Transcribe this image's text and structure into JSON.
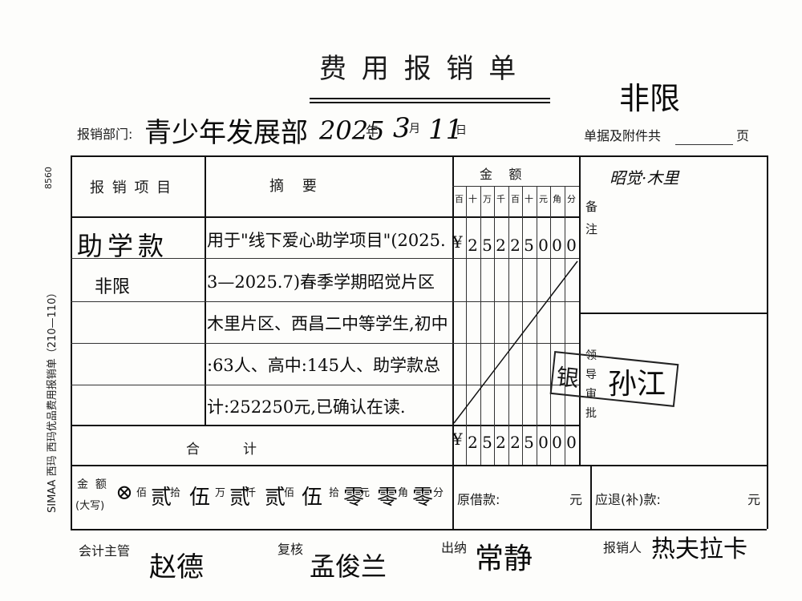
{
  "title": "费 用 报 销 单",
  "top_note": "非限",
  "header": {
    "dept_label": "报销部门:",
    "dept_value": "青少年发展部",
    "year": "2025",
    "year_unit": "年",
    "month": "3",
    "month_unit": "月",
    "day": "11",
    "day_unit": "日",
    "attach_label": "单据及附件共",
    "attach_unit": "页"
  },
  "side_text": {
    "left": "SIMAA 西玛  西玛优品费用报销单（210—110）",
    "number": "8560"
  },
  "table": {
    "col_item": "报 销 项 目",
    "col_summary": "摘    要",
    "col_amount": "金    额",
    "units": [
      "百",
      "十",
      "万",
      "千",
      "百",
      "十",
      "元",
      "角",
      "分"
    ],
    "remark_label": "备注",
    "remark_value": "昭觉·木里",
    "approval_label": "领导审批",
    "bank_stamp": "银",
    "item_value": "助学款",
    "item_note": "非限",
    "summary_lines": [
      "用于\"线下爱心助学项目\"(2025.",
      "3—2025.7)春季学期昭觉片区",
      "木里片区、西昌二中等学生,初中",
      ":63人、高中:145人、助学款总",
      "计:252250元,已确认在读."
    ],
    "currency": "¥",
    "row_digits": [
      "2",
      "5",
      "2",
      "2",
      "5",
      "0",
      "0",
      "0"
    ],
    "total_label": "合          计",
    "total_digits": [
      "2",
      "5",
      "2",
      "2",
      "5",
      "0",
      "0",
      "0"
    ]
  },
  "capital": {
    "label": "金  额",
    "label_sub": "(大写)",
    "prefix": "⊗",
    "units": [
      "佰",
      "拾",
      "万",
      "仟",
      "佰",
      "拾",
      "元",
      "角",
      "分"
    ],
    "chars": [
      "贰",
      "伍",
      "贰",
      "贰",
      "伍",
      "零",
      "零",
      "零"
    ],
    "borrow_label": "原借款:",
    "borrow_unit": "元",
    "refund_label": "应退(补)款:",
    "refund_unit": "元"
  },
  "signatures": {
    "accountant_label": "会计主管",
    "accountant_value": "赵德",
    "review_label": "复核",
    "review_value": "孟俊兰",
    "cashier_label": "出纳",
    "cashier_value": "常静",
    "claimant_label": "报销人",
    "claimant_value": "热夫拉卡",
    "approver_value": "孙江"
  }
}
